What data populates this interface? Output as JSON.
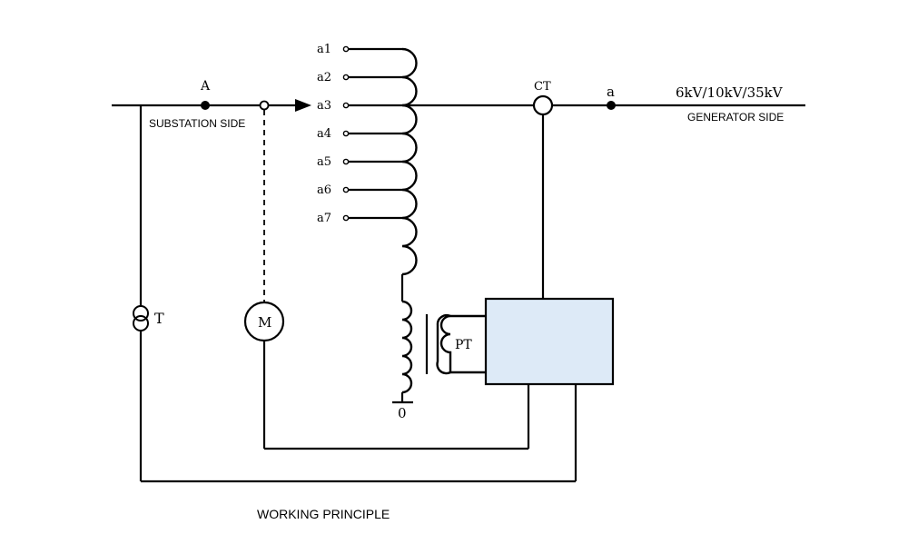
{
  "labels": {
    "node_a_upper": "A",
    "node_a_lower": "a",
    "ct": "CT",
    "voltage": "6kV/10kV/35kV",
    "generator_side": "GENERATOR SIDE",
    "substation_side": "SUBSTATION SIDE",
    "transformer_t": "T",
    "motor_m": "M",
    "pt": "PT",
    "ground_zero": "0",
    "caption": "WORKING PRINCIPLE"
  },
  "taps": [
    "a1",
    "a2",
    "a3",
    "a4",
    "a5",
    "a6",
    "a7"
  ],
  "colors": {
    "line": "#000000",
    "controller_fill": "#ddeaf7"
  }
}
